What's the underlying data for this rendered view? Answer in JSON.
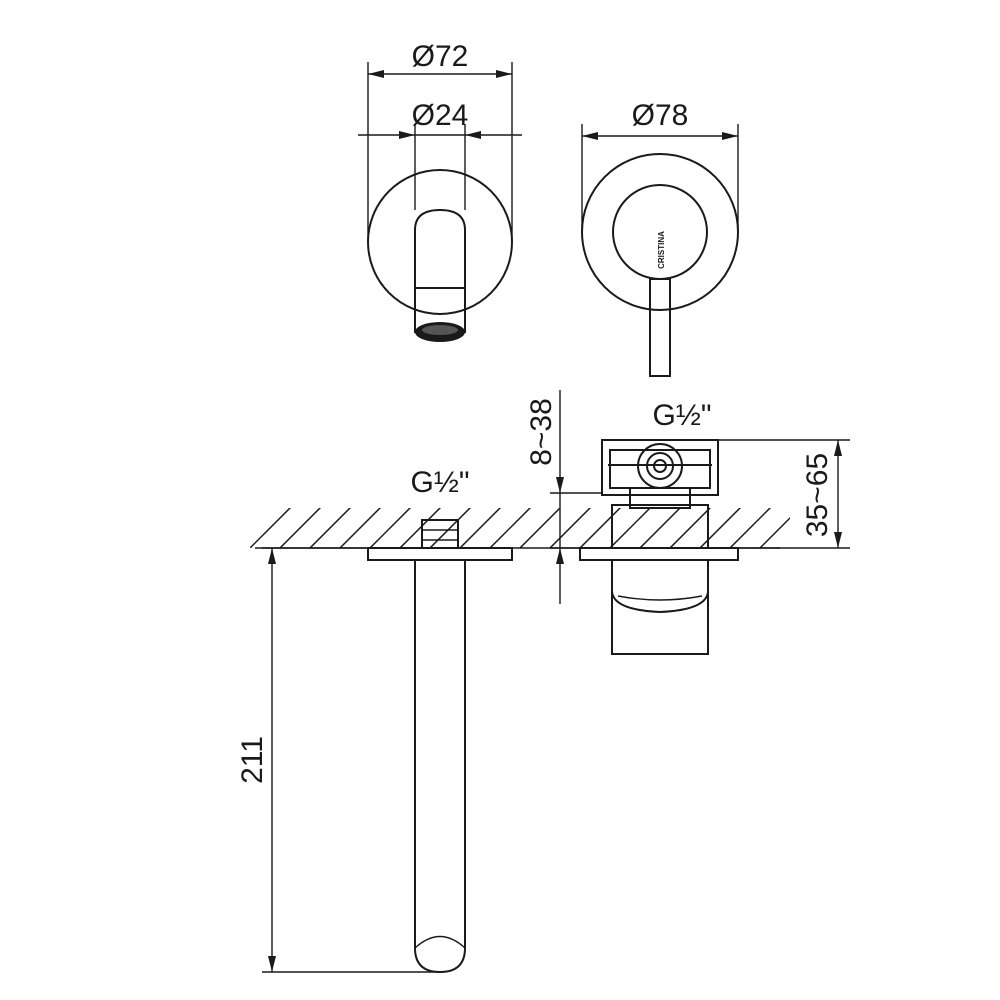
{
  "dimensions": {
    "spout_plate_diameter": "Ø72",
    "spout_diameter": "Ø24",
    "mixer_plate_diameter": "Ø78",
    "spout_length": "211",
    "spout_wall_depth": "8~38",
    "mixer_wall_depth": "35~65"
  },
  "threads": {
    "spout_connection": "G½\"",
    "mixer_connection": "G½\""
  },
  "brand_mark": "CRISTINA",
  "colors": {
    "ink": "#1a1a1a",
    "background": "#ffffff"
  }
}
